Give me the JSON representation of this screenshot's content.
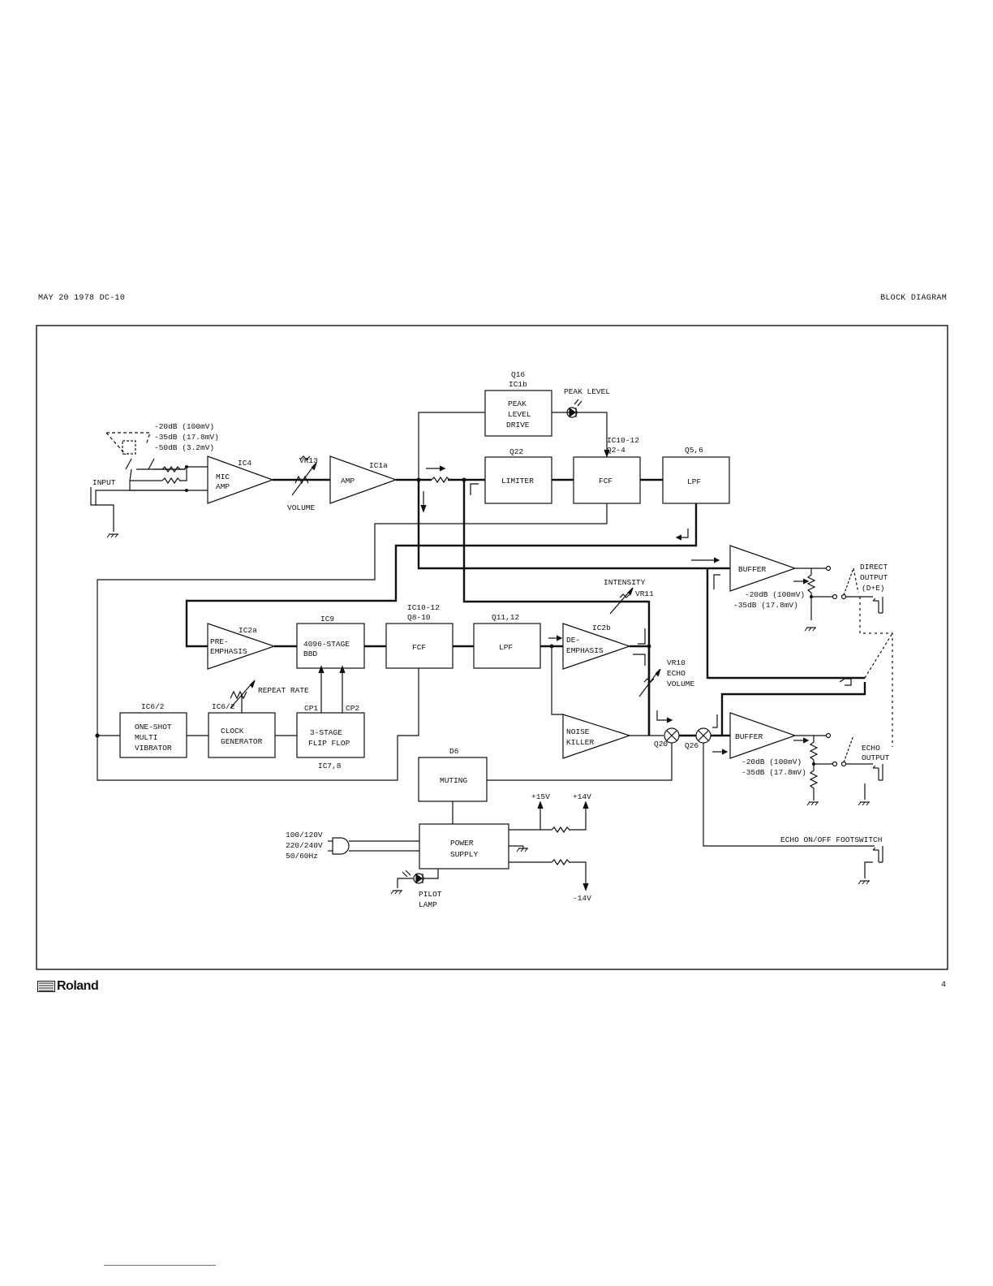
{
  "header": {
    "left": "MAY 20 1978 DC-10",
    "right": "BLOCK DIAGRAM"
  },
  "footer": {
    "brand": "Roland",
    "page": "4"
  },
  "labels": {
    "q16": "Q16",
    "ic1b": "IC1b",
    "peak_level": "PEAK LEVEL",
    "peak1": "PEAK",
    "peak2": "LEVEL",
    "peak3": "DRIVE",
    "ic10_12a": "IC10-12",
    "q2_4": "Q2-4",
    "q22": "Q22",
    "q5_6": "Q5,6",
    "limiter": "LIMITER",
    "fcf": "FCF",
    "lpf": "LPF",
    "lvl1": "-20dB (100mV)",
    "lvl2": "-35dB (17.8mV)",
    "lvl3": "-50dB (3.2mV)",
    "ic4": "IC4",
    "mic1": "MIC",
    "mic2": "AMP",
    "vr13": "VR13",
    "ic1a": "IC1a",
    "amp": "AMP",
    "volume": "VOLUME",
    "input": "INPUT",
    "buffer": "BUFFER",
    "direct1": "DIRECT",
    "direct2": "OUTPUT",
    "direct3": "(D+E)",
    "intensity": "INTENSITY",
    "vr11": "VR11",
    "ic2a": "IC2a",
    "ic9": "IC9",
    "ic10_12b": "IC10-12",
    "q8_10": "Q8-10",
    "q11_12": "Q11,12",
    "ic2b": "IC2b",
    "pre1": "PRE-",
    "pre2": "EMPHASIS",
    "bbd1": "4096-STAGE",
    "bbd2": "BBD",
    "de1": "DE-",
    "de2": "EMPHASIS",
    "vr10": "VR10",
    "echo": "ECHO",
    "evol": "VOLUME",
    "repeat_rate": "REPEAT RATE",
    "ic6a": "IC6/2",
    "ic6b": "IC6/2",
    "cp1": "CP1",
    "cp2": "CP2",
    "os1": "ONE-SHOT",
    "os2": "MULTI",
    "os3": "VIBRATOR",
    "clk1": "CLOCK",
    "clk2": "GENERATOR",
    "ff1": "3-STAGE",
    "ff2": "FLIP FLOP",
    "ic7_8": "IC7,8",
    "nk1": "NOISE",
    "nk2": "KILLER",
    "q20": "Q20",
    "q26": "Q26",
    "echo_out1": "ECHO",
    "echo_out2": "OUTPUT",
    "d6": "D6",
    "muting": "MUTING",
    "p15": "+15V",
    "p14": "+14V",
    "m1": "100/120V",
    "m2": "220/240V",
    "m3": "50/60Hz",
    "ps1": "POWER",
    "ps2": "SUPPLY",
    "m14": "-14V",
    "pilot1": "PILOT",
    "pilot2": "LAMP",
    "footswitch": "ECHO ON/OFF FOOTSWITCH"
  }
}
